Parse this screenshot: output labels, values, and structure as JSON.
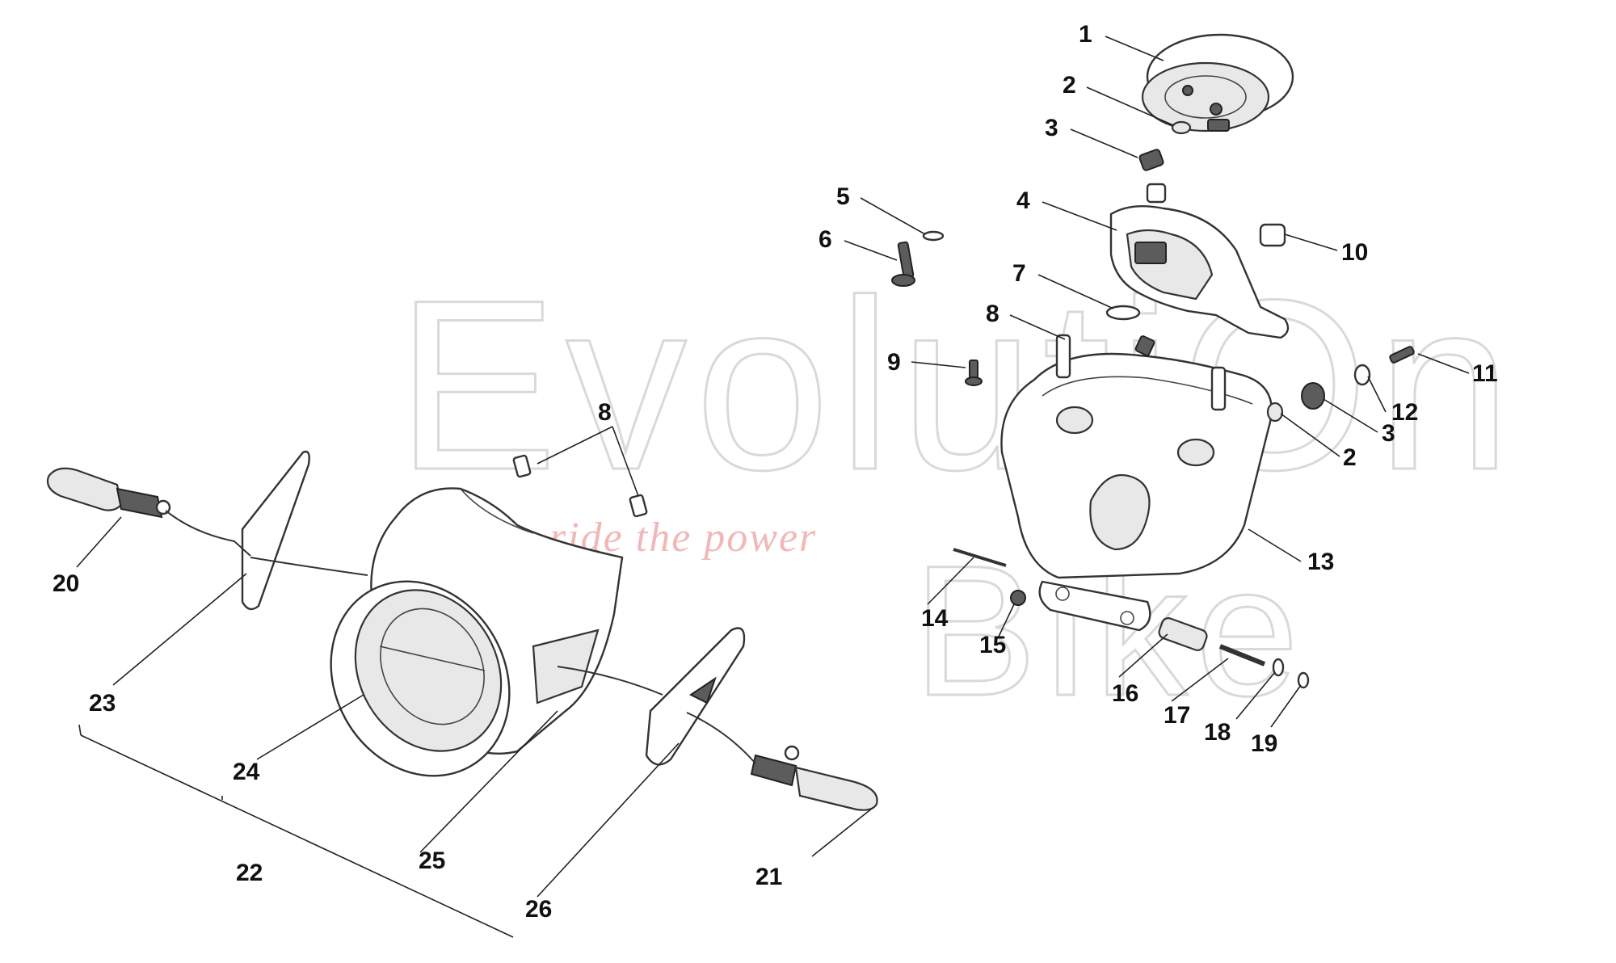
{
  "watermark": {
    "brand_line1": "EvolutiOn",
    "brand_line2": "Bike",
    "slogan": "ride the power"
  },
  "callouts": {
    "c1": "1",
    "c2a": "2",
    "c3a": "3",
    "c4": "4",
    "c5": "5",
    "c6": "6",
    "c7": "7",
    "c8a": "8",
    "c9": "9",
    "c10": "10",
    "c11": "11",
    "c12": "12",
    "c3b": "3",
    "c2b": "2",
    "c13": "13",
    "c14": "14",
    "c15": "15",
    "c16": "16",
    "c17": "17",
    "c18": "18",
    "c19": "19",
    "c8b": "8",
    "c20": "20",
    "c21": "21",
    "c22": "22",
    "c23": "23",
    "c24": "24",
    "c25": "25",
    "c26": "26"
  }
}
